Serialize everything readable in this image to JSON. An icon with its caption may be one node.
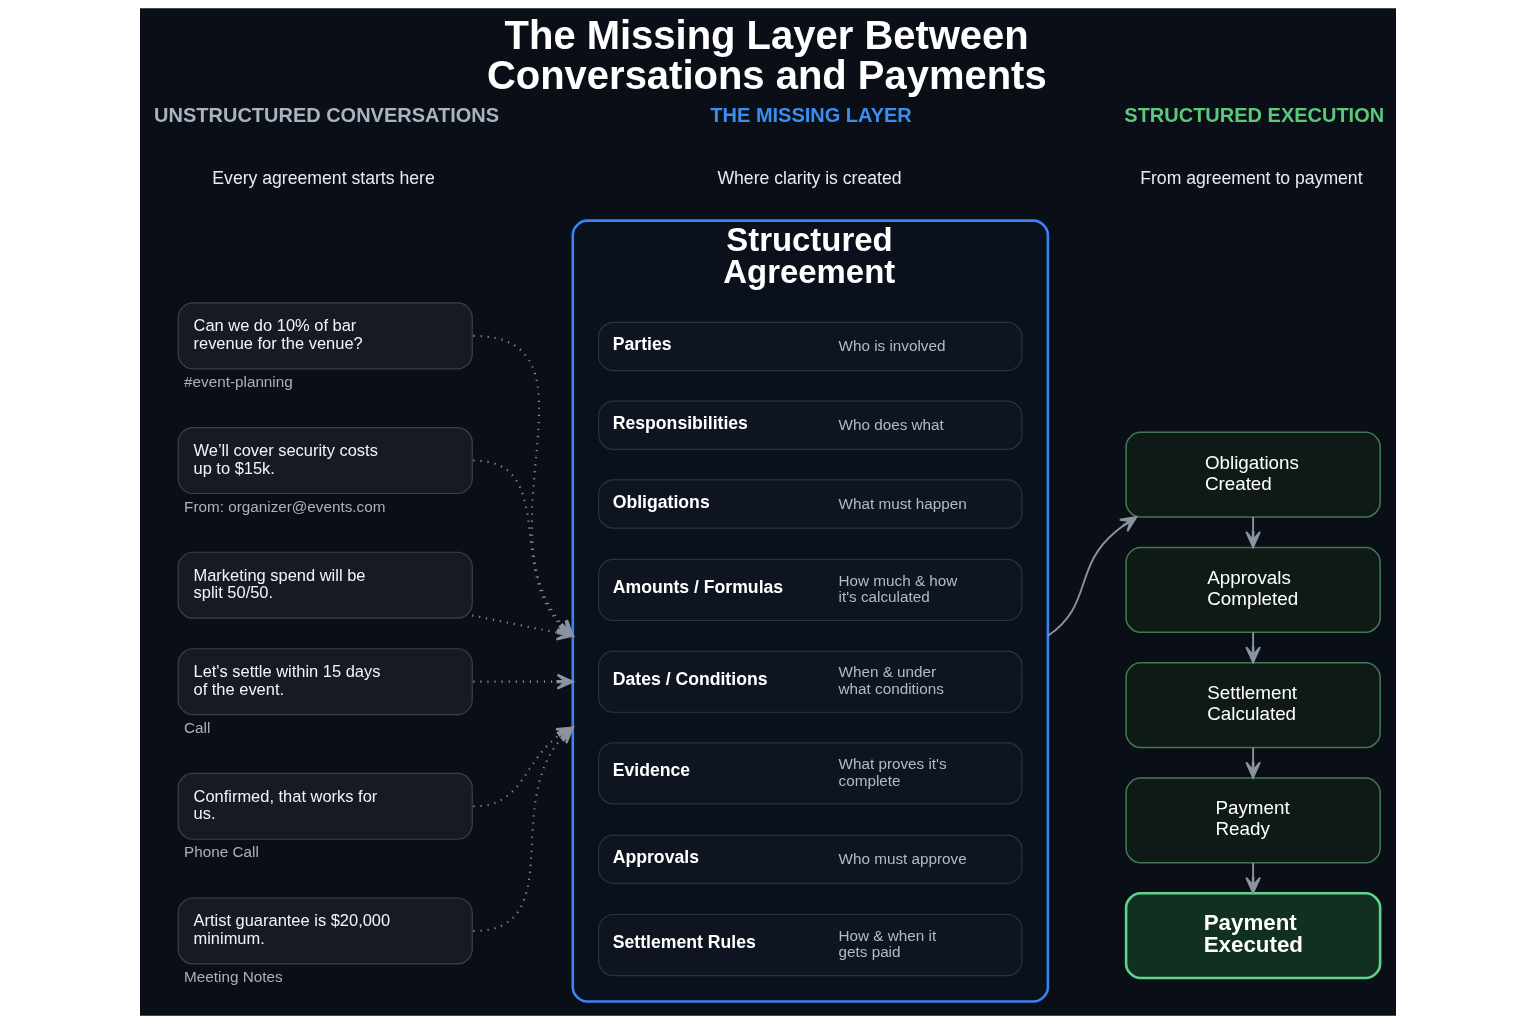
{
  "diagram": {
    "title": "The Missing Layer Between Conversations and Payments",
    "nodes": [
      {
        "text": [
          "Can we do 10% of bar revenue for the venue?"
        ],
        "beside": [
          "#event-planning"
        ]
      },
      {
        "text": [
          "We’ll cover security costs up to $15k."
        ],
        "beside": [
          "From: organizer@events.com"
        ]
      },
      {
        "text": [
          "Marketing spend will be split 50/50."
        ]
      },
      {
        "text": [
          "Let's settle within 15 days of the event."
        ],
        "beside": [
          "Call"
        ]
      },
      {
        "text": [
          "Confirmed, that works for us."
        ],
        "beside": [
          "Phone Call"
        ]
      },
      {
        "text": [
          "Artist guarantee is $20,000 minimum."
        ],
        "beside": [
          "Meeting Notes"
        ]
      },
      {
        "text": [
          "Structured Agreement"
        ]
      },
      {
        "text": [
          "Parties",
          "Who is involved"
        ],
        "in": 6
      },
      {
        "text": [
          "Responsibilities",
          "Who does what"
        ],
        "in": 6
      },
      {
        "text": [
          "Obligations",
          "What must happen"
        ],
        "in": 6
      },
      {
        "text": [
          "Amounts / Formulas",
          "How much & how it's calculated"
        ],
        "in": 6
      },
      {
        "text": [
          "Dates / Conditions",
          "When & under what conditions"
        ],
        "in": 6
      },
      {
        "text": [
          "Evidence",
          "What proves it's complete"
        ],
        "in": 6
      },
      {
        "text": [
          "Approvals",
          "Who must approve"
        ],
        "in": 6
      },
      {
        "text": [
          "Settlement Rules",
          "How & when it gets paid"
        ],
        "in": 6
      },
      {
        "text": [
          "Obligations Created"
        ]
      },
      {
        "text": [
          "Approvals Completed"
        ]
      },
      {
        "text": [
          "Settlement Calculated"
        ]
      },
      {
        "text": [
          "Payment Ready"
        ]
      },
      {
        "text": [
          "Payment Executed"
        ]
      }
    ],
    "edges": [
      {
        "from": 0,
        "to": 6,
        "arrow": "to",
        "style": "dashed"
      },
      {
        "from": 1,
        "to": 6,
        "arrow": "to",
        "style": "dashed"
      },
      {
        "from": 2,
        "to": 6,
        "arrow": "to",
        "style": "dashed"
      },
      {
        "from": 3,
        "to": 6,
        "arrow": "to",
        "style": "dashed"
      },
      {
        "from": 4,
        "to": 6,
        "arrow": "to",
        "style": "dashed"
      },
      {
        "from": 5,
        "to": 6,
        "arrow": "to",
        "style": "dashed"
      },
      {
        "from": 6,
        "to": 15,
        "arrow": "to"
      },
      {
        "from": 15,
        "to": 16,
        "arrow": "to"
      },
      {
        "from": 16,
        "to": 17,
        "arrow": "to"
      },
      {
        "from": 17,
        "to": 18,
        "arrow": "to"
      },
      {
        "from": 18,
        "to": 19,
        "arrow": "to"
      }
    ],
    "labels": [
      "UNSTRUCTURED CONVERSATIONS",
      "Every agreement starts here",
      "THE MISSING LAYER",
      "Where clarity is created",
      "STRUCTURED EXECUTION",
      "From agreement to payment"
    ]
  }
}
